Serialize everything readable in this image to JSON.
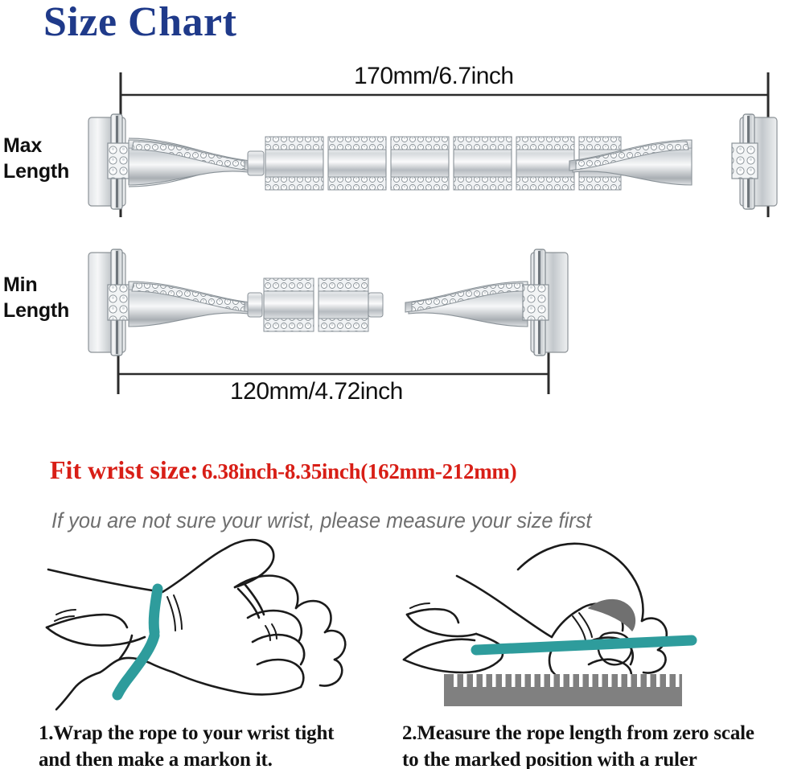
{
  "title": "Size Chart",
  "colors": {
    "title_blue": "#1f3a8a",
    "fit_red": "#d81e16",
    "hint_gray": "#6f6f6f",
    "rope_teal": "#2e9c9c",
    "ruler_gray": "#808080",
    "metal_silver": "#c9cdd0"
  },
  "measurements": {
    "max": {
      "label": "Max\nLength",
      "dimension": "170mm/6.7inch",
      "mm": 170,
      "inch": 6.7
    },
    "min": {
      "label": "Min\nLength",
      "dimension": "120mm/4.72inch",
      "mm": 120,
      "inch": 4.72
    }
  },
  "fit": {
    "label": "Fit wrist size:",
    "value": "6.38inch-8.35inch(162mm-212mm)",
    "min_inch": 6.38,
    "max_inch": 8.35,
    "min_mm": 162,
    "max_mm": 212
  },
  "hint": "If you are not sure your wrist, please measure your size first",
  "steps": [
    {
      "number": 1,
      "caption": "1.Wrap the rope to your wrist tight\nand then make a markon it."
    },
    {
      "number": 2,
      "caption": "2.Measure the rope length from zero scale\nto the marked position with a ruler"
    }
  ]
}
